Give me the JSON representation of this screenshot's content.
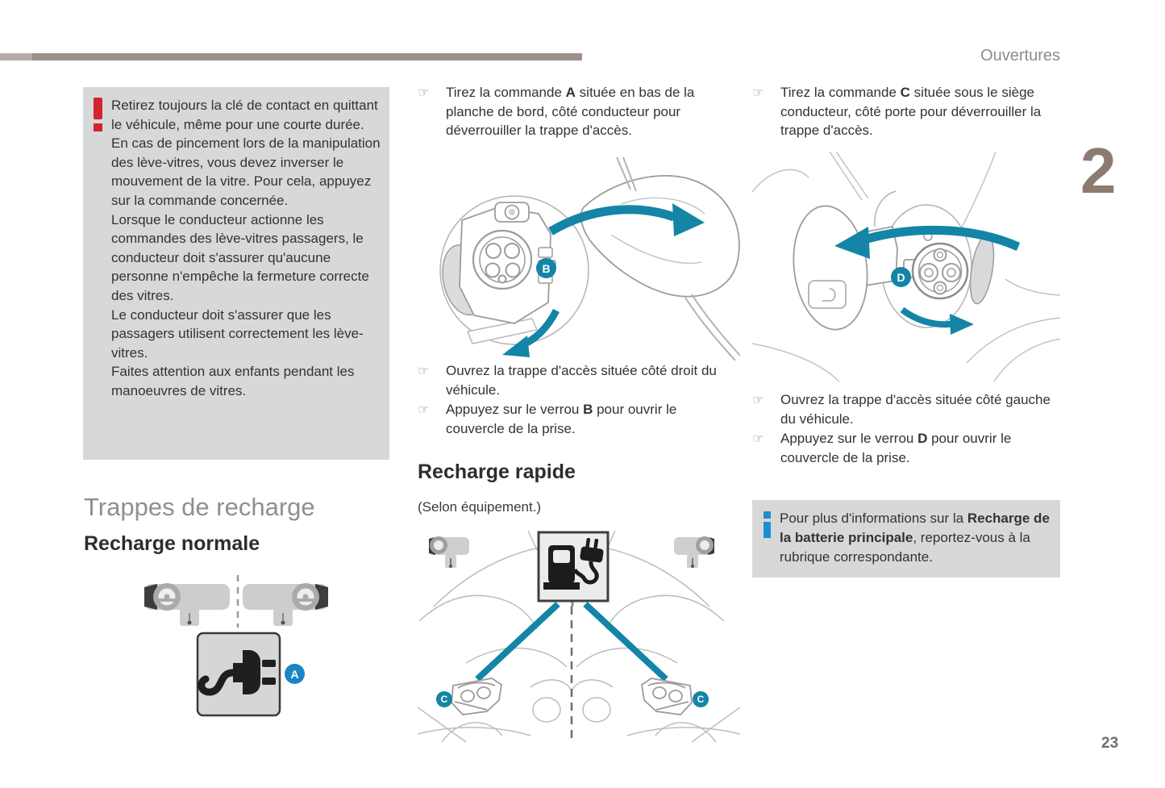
{
  "header": {
    "title": "Ouvertures",
    "chapter_number": "2"
  },
  "footer": {
    "page_number": "23"
  },
  "glyphs": {
    "bullet_marker": "☞"
  },
  "warning_box": {
    "paragraphs": [
      "Retirez toujours la clé de contact en quittant le véhicule, même pour une courte durée.",
      "En cas de pincement lors de la manipulation des lève-vitres, vous devez inverser le mouvement de la vitre. Pour cela, appuyez sur la commande concernée.",
      "Lorsque le conducteur actionne les commandes des lève-vitres passagers, le conducteur doit s'assurer qu'aucune personne n'empêche la fermeture correcte des vitres.",
      "Le conducteur doit s'assurer que les passagers utilisent correctement les lève-vitres.",
      "Faites attention aux enfants pendant les manoeuvres de vitres."
    ]
  },
  "left_column": {
    "section_title": "Trappes de recharge",
    "subsection_title": "Recharge normale",
    "figure_a_label": "A"
  },
  "middle_column": {
    "bullet_1": {
      "pre": "Tirez la commande ",
      "bold": "A",
      "post": " située en bas de la planche de bord, côté conducteur pour déverrouiller la trappe d'accès."
    },
    "bullet_2": {
      "pre": "Ouvrez la trappe d'accès située côté droit du véhicule.",
      "bold": "",
      "post": ""
    },
    "bullet_3": {
      "pre": "Appuyez sur le verrou ",
      "bold": "B",
      "post": " pour ouvrir le couvercle de la prise."
    },
    "figure_b_label": "B",
    "section_title": "Recharge rapide",
    "equipment_note": "(Selon équipement.)",
    "figure_c_label": "C"
  },
  "right_column": {
    "bullet_1": {
      "pre": "Tirez la commande ",
      "bold": "C",
      "post": " située sous le siège conducteur, côté porte pour déverrouiller la trappe d'accès."
    },
    "bullet_2": {
      "pre": "Ouvrez la trappe d'accès située côté gauche du véhicule.",
      "bold": "",
      "post": ""
    },
    "bullet_3": {
      "pre": "Appuyez sur le verrou ",
      "bold": "D",
      "post": " pour ouvrir le couvercle de la prise."
    },
    "figure_d_label": "D",
    "info_box": {
      "pre": "Pour plus d'informations sur la ",
      "bold": "Recharge de la batterie principale",
      "post": ", reportez-vous à la rubrique correspondante."
    }
  },
  "colors": {
    "accent_teal": "#1485a6",
    "label_a_blue": "#1b86c4",
    "info_blue": "#1b8fd4",
    "warning_red": "#d2232e",
    "box_gray": "#d8d8d8",
    "top_bar_taupe": "#9d8f8a",
    "chapter_taupe": "#8d7a71"
  }
}
